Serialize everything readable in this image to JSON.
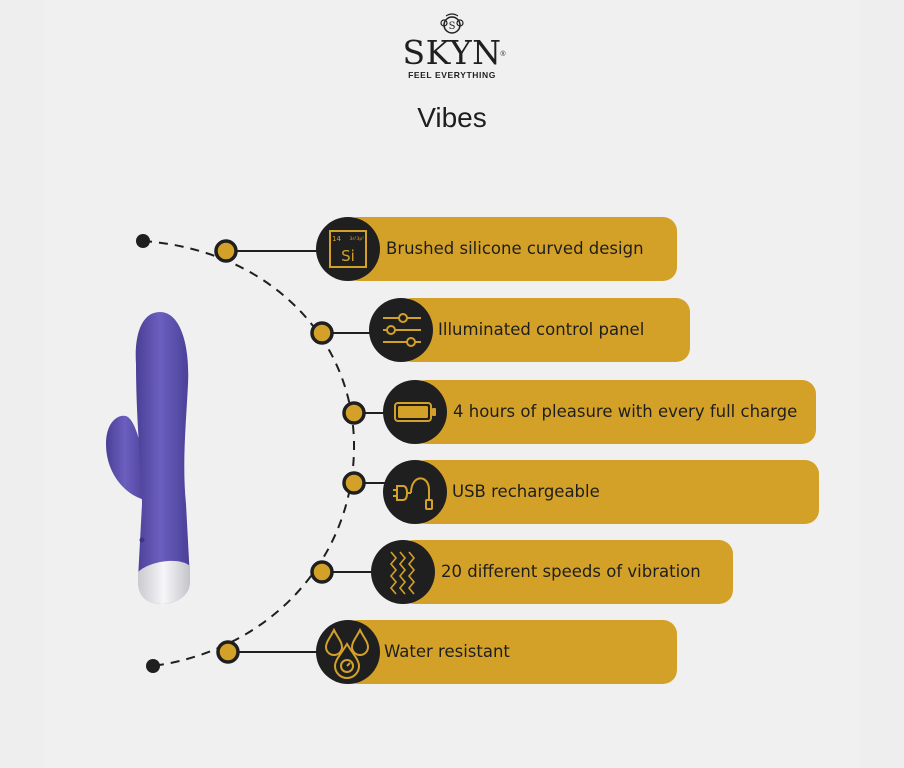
{
  "brand": {
    "name": "SKYN",
    "registered_mark": "®",
    "tagline": "FEEL EVERYTHING",
    "crest_letter": "S"
  },
  "page": {
    "title": "Vibes"
  },
  "colors": {
    "background": "#f0f0f0",
    "pill": "#d4a128",
    "icon_bg": "#1f1f1f",
    "icon_stroke": "#d4a128",
    "product_purple": "#5b4fa8",
    "product_tip": "#e8e8ec"
  },
  "product": {
    "icon": "rabbit-vibrator-product"
  },
  "features": [
    {
      "label": "Brushed silicone curved design",
      "icon": "silicon-element-icon",
      "element_number": "14",
      "element_config": "3s²3p²",
      "element_symbol": "Si"
    },
    {
      "label": "Illuminated control panel",
      "icon": "sliders-icon"
    },
    {
      "label": "4 hours of pleasure with every full charge",
      "icon": "battery-icon"
    },
    {
      "label": "USB rechargeable",
      "icon": "usb-plug-icon"
    },
    {
      "label": "20 different speeds of vibration",
      "icon": "vibration-waves-icon"
    },
    {
      "label": "Water resistant",
      "icon": "water-drops-icon"
    }
  ]
}
